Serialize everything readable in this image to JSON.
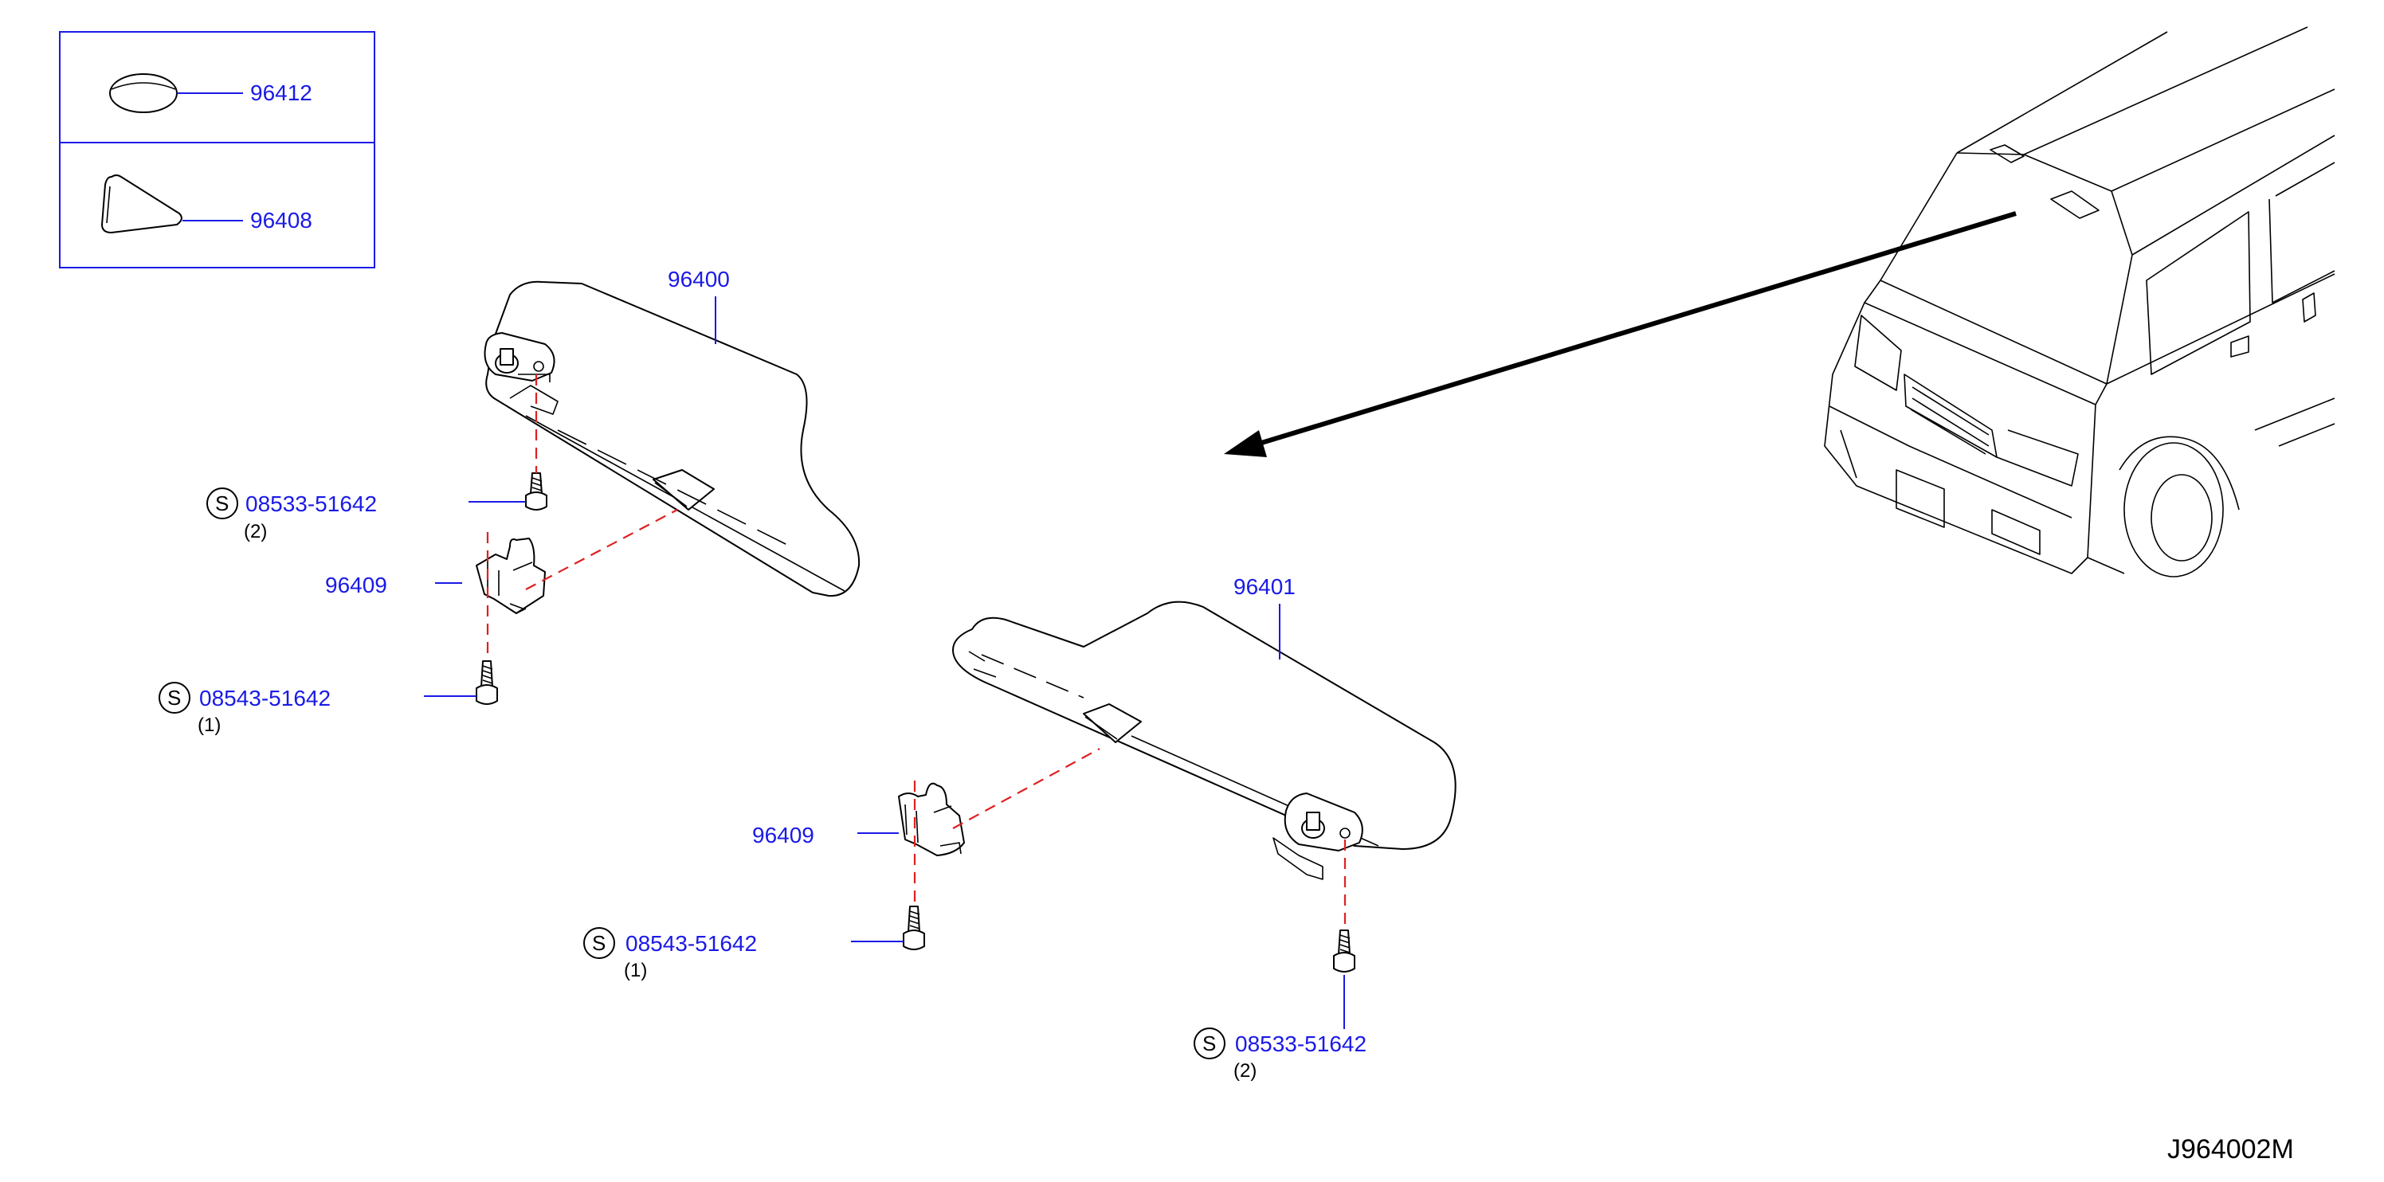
{
  "legend": {
    "items": [
      {
        "part_number": "96412",
        "shape": "oval-cap"
      },
      {
        "part_number": "96408",
        "shape": "triangle-cap"
      }
    ]
  },
  "callouts": {
    "visor_left": "96400",
    "visor_right": "96401",
    "holder_left": "96409",
    "holder_right": "96409",
    "screw_upper_left": {
      "symbol": "S",
      "part_number": "08533-51642",
      "qty": "(2)"
    },
    "screw_lower_left": {
      "symbol": "S",
      "part_number": "08543-51642",
      "qty": "(1)"
    },
    "screw_center": {
      "symbol": "S",
      "part_number": "08543-51642",
      "qty": "(1)"
    },
    "screw_right": {
      "symbol": "S",
      "part_number": "08533-51642",
      "qty": "(2)"
    }
  },
  "drawing_code": "J964002M",
  "colors": {
    "callout": "#1a1ae6",
    "centerline": "#e02020",
    "linework": "#000000"
  }
}
